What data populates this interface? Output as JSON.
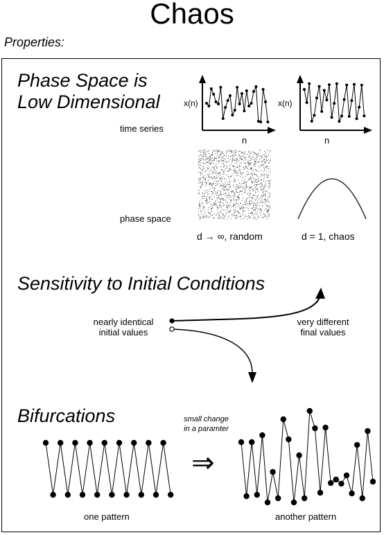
{
  "title": "Chaos",
  "properties_label": "Properties:",
  "phase": {
    "heading_line1": "Phase Space is",
    "heading_line2": "Low Dimensional",
    "time_series_label": "time series",
    "phase_space_label": "phase space",
    "axis_y_label": "x(n)",
    "axis_x_label": "n",
    "random_caption": "d → ∞, random",
    "chaos_caption": "d = 1, chaos"
  },
  "sensitivity": {
    "heading": "Sensitivity to Initial Conditions",
    "initial_line1": "nearly identical",
    "initial_line2": "initial values",
    "final_line1": "very different",
    "final_line2": "final values"
  },
  "bifurcations": {
    "heading": "Bifurcations",
    "change_line1": "small change",
    "change_line2": "in a paramter",
    "pattern1_label": "one pattern",
    "pattern2_label": "another pattern",
    "arrow_glyph": "⇒"
  }
}
